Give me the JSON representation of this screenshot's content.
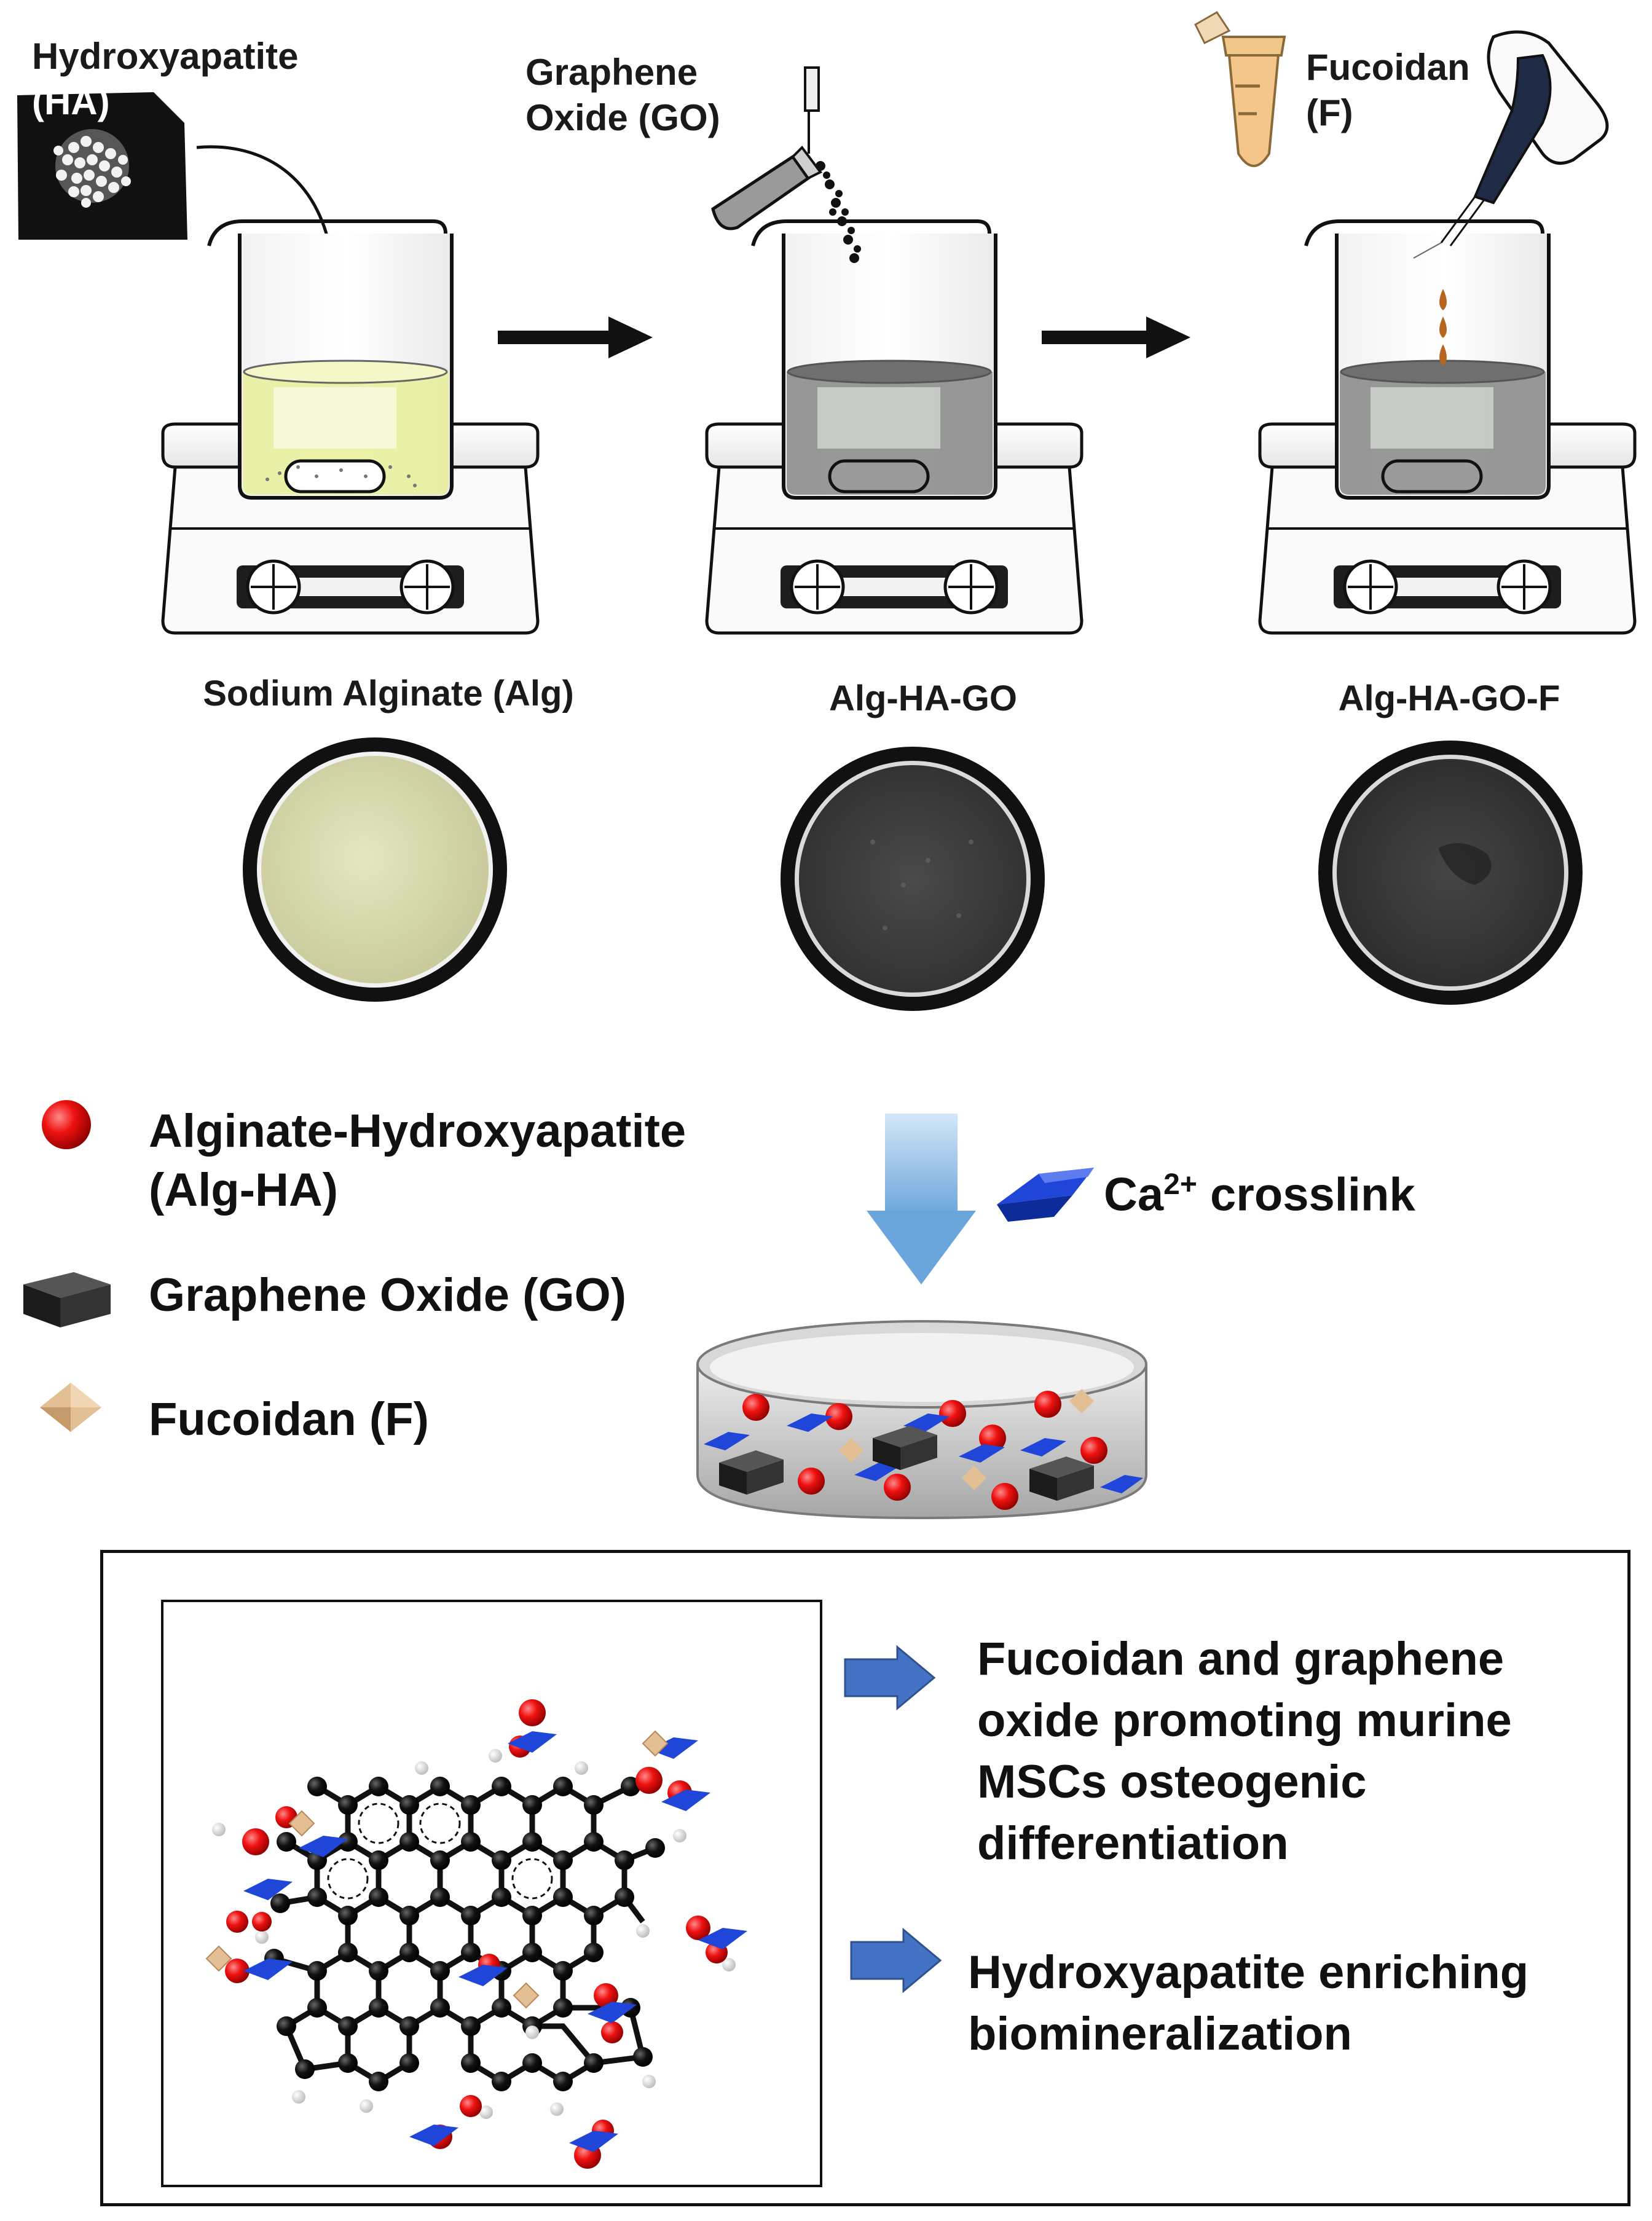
{
  "ingredients": {
    "hydroxyapatite": "Hydroxyapatite",
    "hydroxyapatite_abbr": "(HA)",
    "graphene_line1": "Graphene",
    "graphene_line2": "Oxide (GO)",
    "fucoidan_line1": "Fucoidan",
    "fucoidan_line2": "(F)"
  },
  "steps": [
    {
      "caption": "Sodium Alginate (Alg)",
      "liquid_color": "#e8ee9a",
      "sample_color": "#d6d7a8"
    },
    {
      "caption": "Alg-HA-GO",
      "liquid_color": "#8a8a8a",
      "sample_color": "#3e3e3e"
    },
    {
      "caption": "Alg-HA-GO-F",
      "liquid_color": "#8a8a8a",
      "sample_color": "#333333"
    }
  ],
  "legend": {
    "alg_ha_line1": "Alginate-Hydroxyapatite",
    "alg_ha_line2": "(Alg-HA)",
    "go": "Graphene Oxide (GO)",
    "fucoidan": "Fucoidan (F)",
    "crosslink_prefix": "Ca",
    "crosslink_sup": "2+",
    "crosslink_suffix": " crosslink"
  },
  "summary": {
    "bullet1_lines": [
      "Fucoidan  and graphene",
      "oxide promoting murine",
      "MSCs osteogenic",
      "differentiation"
    ],
    "bullet2_lines": [
      "Hydroxyapatite enriching",
      "biomineralization"
    ]
  },
  "icons": [
    "beaker-icon",
    "stirrer-hotplate-icon",
    "pipette-icon",
    "tube-icon",
    "arrow-right-icon",
    "arrow-down-icon",
    "molecule-icon"
  ],
  "colors": {
    "alg_ha_sphere": "#e01010",
    "ca_crystal": "#1f46d8",
    "go_sheet": "#2b2b2b",
    "fucoidan_crystal": "#d9b48a",
    "arrow_blue": "#4472c4",
    "down_arrow": "#9cc3e6"
  }
}
